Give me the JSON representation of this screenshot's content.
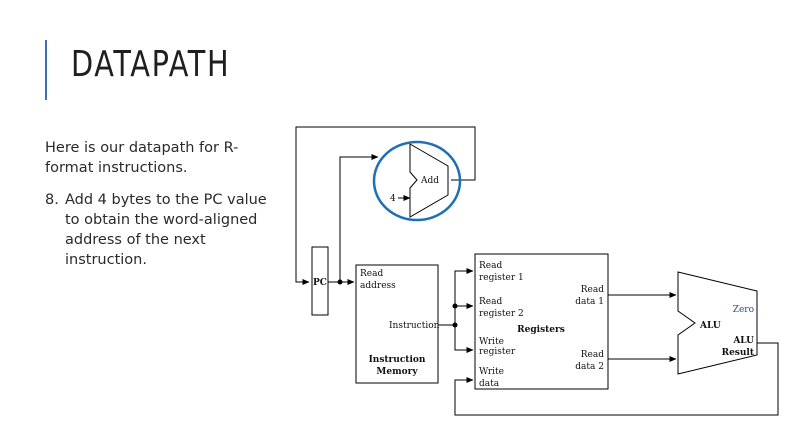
{
  "slide": {
    "title": "DATAPATH",
    "intro": "Here is our datapath for R-format instructions.",
    "step_number": "8.",
    "step_text": "Add 4 bytes to the PC value to obtain the word-aligned address of the next instruction."
  },
  "diagram": {
    "pc": "PC",
    "adder": "Add",
    "constant": "4",
    "imem": {
      "read_address": [
        "Read",
        "address"
      ],
      "instruction": "Instruction",
      "name": [
        "Instruction",
        "Memory"
      ]
    },
    "regs": {
      "read_reg1": [
        "Read",
        "register 1"
      ],
      "read_reg2": [
        "Read",
        "register 2"
      ],
      "write_reg": [
        "Write",
        "register"
      ],
      "write_data": [
        "Write",
        "data"
      ],
      "read_data1": [
        "Read",
        "data 1"
      ],
      "read_data2": [
        "Read",
        "data 2"
      ],
      "name": "Registers"
    },
    "alu": {
      "name": "ALU",
      "zero": "Zero",
      "result": [
        "ALU",
        "Result"
      ]
    },
    "colors": {
      "highlight_circle": "#1f6fb5",
      "zero_text": "#1f4e9c",
      "accent_bar": "#3b6fb6"
    }
  }
}
